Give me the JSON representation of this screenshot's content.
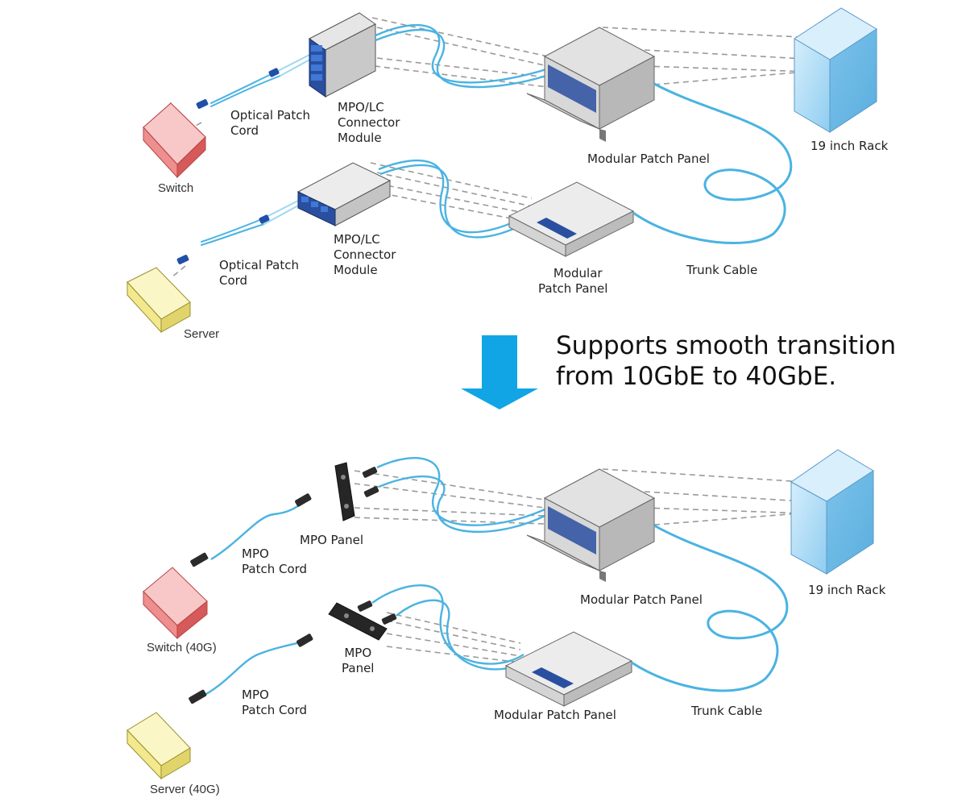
{
  "colors": {
    "cable": "#4ab3e2",
    "cable_light": "#9ed8f2",
    "arrow": "#12a5e6",
    "switch": "#f08a8a",
    "server": "#f6f0a0",
    "rack": "#a9d8f4",
    "dashed": "#9a9a9a",
    "module_port": "#1f4fa8"
  },
  "transition": {
    "line1": "Supports smooth transition",
    "line2": "from 10GbE to 40GbE."
  },
  "top": {
    "switch_label": "Switch",
    "server_label": "Server",
    "patch_cord_1": [
      "Optical Patch",
      "Cord"
    ],
    "patch_cord_2": [
      "Optical Patch",
      "Cord"
    ],
    "module_1": [
      "MPO/LC",
      "Connector",
      "Module"
    ],
    "module_2": [
      "MPO/LC",
      "Connector",
      "Module"
    ],
    "panel_upper": "Modular Patch Panel",
    "panel_lower": [
      "Modular",
      "Patch Panel"
    ],
    "trunk": "Trunk Cable",
    "rack": "19 inch Rack"
  },
  "bottom": {
    "switch_label": "Switch (40G)",
    "server_label": "Server (40G)",
    "patch_cord_1": [
      "MPO",
      "Patch Cord"
    ],
    "patch_cord_2": [
      "MPO",
      "Patch Cord"
    ],
    "mpo_panel_1": "MPO Panel",
    "mpo_panel_2": [
      "MPO",
      "Panel"
    ],
    "panel_upper": "Modular Patch Panel",
    "panel_lower": "Modular Patch Panel",
    "trunk": "Trunk Cable",
    "rack": "19 inch Rack"
  }
}
